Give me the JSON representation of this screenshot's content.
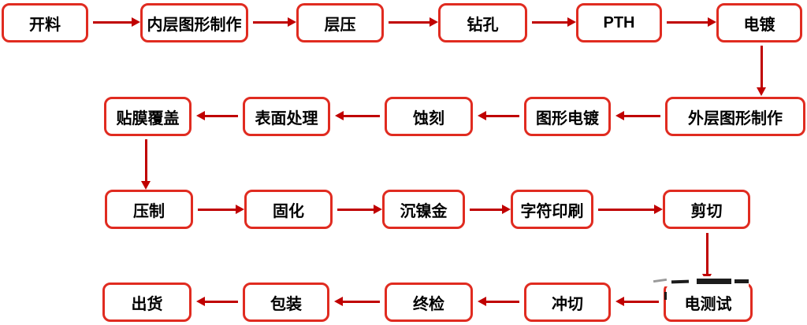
{
  "diagram": {
    "type": "flowchart",
    "nodes": [
      "开料",
      "内层图形制作",
      "层压",
      "钻孔",
      "PTH",
      "电镀",
      "外层图形制作",
      "图形电镀",
      "蚀刻",
      "表面处理",
      "贴膜覆盖",
      "压制",
      "固化",
      "沉镍金",
      "字符印刷",
      "剪切",
      "电测试",
      "冲切",
      "终检",
      "包装",
      "出货"
    ],
    "edges": [
      {
        "from": "开料",
        "to": "内层图形制作"
      },
      {
        "from": "内层图形制作",
        "to": "层压"
      },
      {
        "from": "层压",
        "to": "钻孔"
      },
      {
        "from": "钻孔",
        "to": "PTH"
      },
      {
        "from": "PTH",
        "to": "电镀"
      },
      {
        "from": "电镀",
        "to": "外层图形制作"
      },
      {
        "from": "外层图形制作",
        "to": "图形电镀"
      },
      {
        "from": "图形电镀",
        "to": "蚀刻"
      },
      {
        "from": "蚀刻",
        "to": "表面处理"
      },
      {
        "from": "表面处理",
        "to": "贴膜覆盖"
      },
      {
        "from": "贴膜覆盖",
        "to": "压制"
      },
      {
        "from": "压制",
        "to": "固化"
      },
      {
        "from": "固化",
        "to": "沉镍金"
      },
      {
        "from": "沉镍金",
        "to": "字符印刷"
      },
      {
        "from": "字符印刷",
        "to": "剪切"
      },
      {
        "from": "剪切",
        "to": "电测试"
      },
      {
        "from": "电测试",
        "to": "冲切"
      },
      {
        "from": "冲切",
        "to": "终检"
      },
      {
        "from": "终检",
        "to": "包装"
      },
      {
        "from": "包装",
        "to": "出货"
      }
    ],
    "colors": {
      "node_border": "#e02b20",
      "arrow": "#c00000",
      "text": "#000000",
      "background": "#ffffff"
    }
  }
}
